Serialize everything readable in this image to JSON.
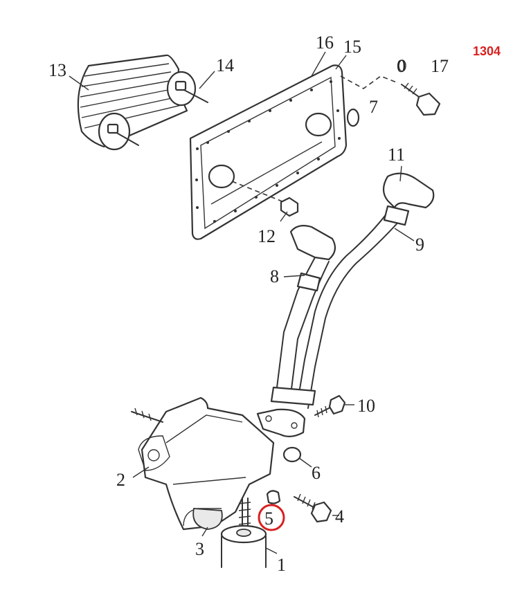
{
  "reference_code": "1304",
  "highlight_color": "#d92020",
  "reference_color": "#d92020",
  "callouts": {
    "c1": "1",
    "c2": "2",
    "c3": "3",
    "c4": "4",
    "c5": "5",
    "c6": "6",
    "c7": "7",
    "c8": "8",
    "c9": "9",
    "c10": "10",
    "c11": "11",
    "c12": "12",
    "c13": "13",
    "c14": "14",
    "c15": "15",
    "c16": "16",
    "c17": "17",
    "c0": "0"
  }
}
